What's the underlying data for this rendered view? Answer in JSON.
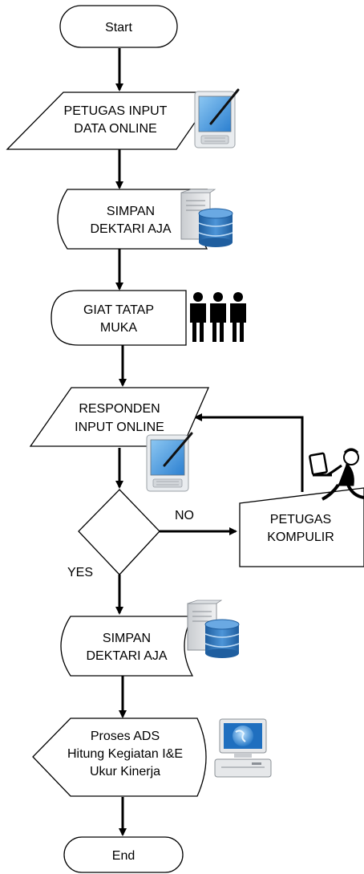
{
  "nodes": {
    "start": {
      "label": "Start"
    },
    "input_petugas": {
      "line1": "PETUGAS INPUT",
      "line2": "DATA ONLINE"
    },
    "simpan1": {
      "line1": "SIMPAN",
      "line2": "DEKTARI AJA"
    },
    "giat": {
      "line1": "GIAT TATAP",
      "line2": "MUKA"
    },
    "responden": {
      "line1": "RESPONDEN",
      "line2": "INPUT ONLINE"
    },
    "petugas_kompulir": {
      "line1": "PETUGAS",
      "line2": "KOMPULIR"
    },
    "simpan2": {
      "line1": "SIMPAN",
      "line2": "DEKTARI AJA"
    },
    "proses": {
      "line1": "Proses ADS",
      "line2": "Hitung Kegiatan I&E",
      "line3": "Ukur Kinerja"
    },
    "end": {
      "label": "End"
    }
  },
  "edges": {
    "no_label": "NO",
    "yes_label": "YES"
  },
  "icons": {
    "tablet": "tablet-pen-icon",
    "server": "database-server-icon",
    "people": "people-group-icon",
    "worker": "person-at-computer-icon",
    "monitor": "desktop-computer-icon"
  },
  "colors": {
    "screen_blue": "#3a8ed6",
    "db_blue": "#2f6fb5",
    "line": "#000000"
  }
}
